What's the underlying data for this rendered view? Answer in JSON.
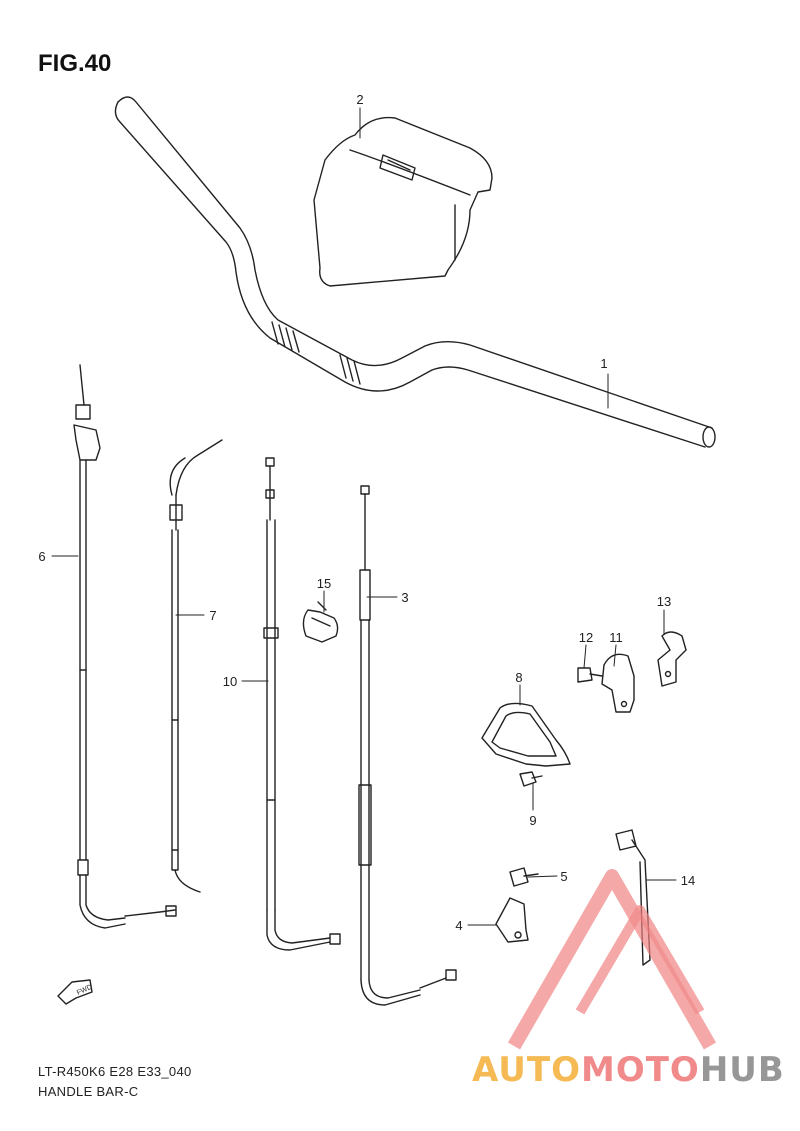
{
  "figure_title": "FIG.40",
  "model_code": "LT-R450K6 E28 E33_040",
  "section_name": "HANDLE BAR-C",
  "fwd_label": "FWD",
  "parts": [
    {
      "ref": "1"
    },
    {
      "ref": "2"
    },
    {
      "ref": "3"
    },
    {
      "ref": "4"
    },
    {
      "ref": "5"
    },
    {
      "ref": "6"
    },
    {
      "ref": "7"
    },
    {
      "ref": "8"
    },
    {
      "ref": "9"
    },
    {
      "ref": "10"
    },
    {
      "ref": "11"
    },
    {
      "ref": "12"
    },
    {
      "ref": "13"
    },
    {
      "ref": "14"
    },
    {
      "ref": "15"
    }
  ],
  "watermark": {
    "part1": "AUTO",
    "part2": "MOTO",
    "part3": "HUB",
    "color_auto": "#f5b342",
    "color_moto": "#f07f7f",
    "color_hub": "#8c8c8c",
    "triangle_color": "#f07f7f"
  }
}
